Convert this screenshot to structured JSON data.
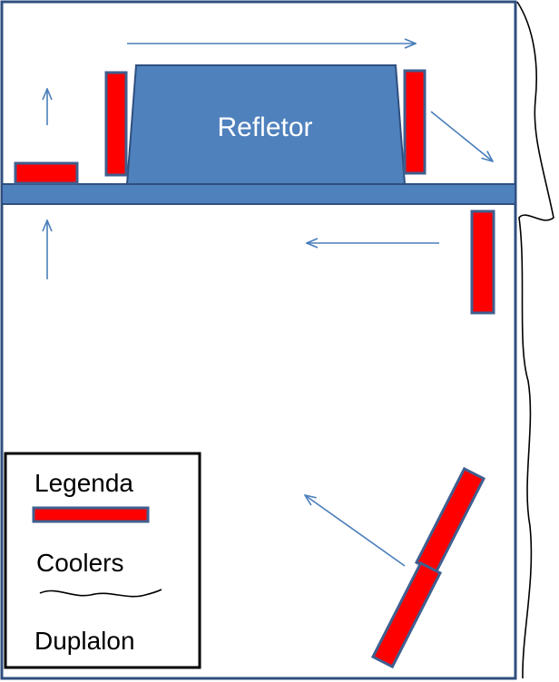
{
  "diagram": {
    "refletor_label": "Refletor",
    "legend": {
      "title": "Legenda",
      "coolers_label": "Coolers",
      "duplalon_label": "Duplalon"
    },
    "colors": {
      "box_stroke": "#2f4f7f",
      "shelf_fill": "#4f81bd",
      "reflector_fill": "#4f81bd",
      "cooler_fill": "#ff0000",
      "cooler_stroke": "#3f5f8f",
      "arrow": "#4a7ebb",
      "curtain": "#000000"
    }
  }
}
